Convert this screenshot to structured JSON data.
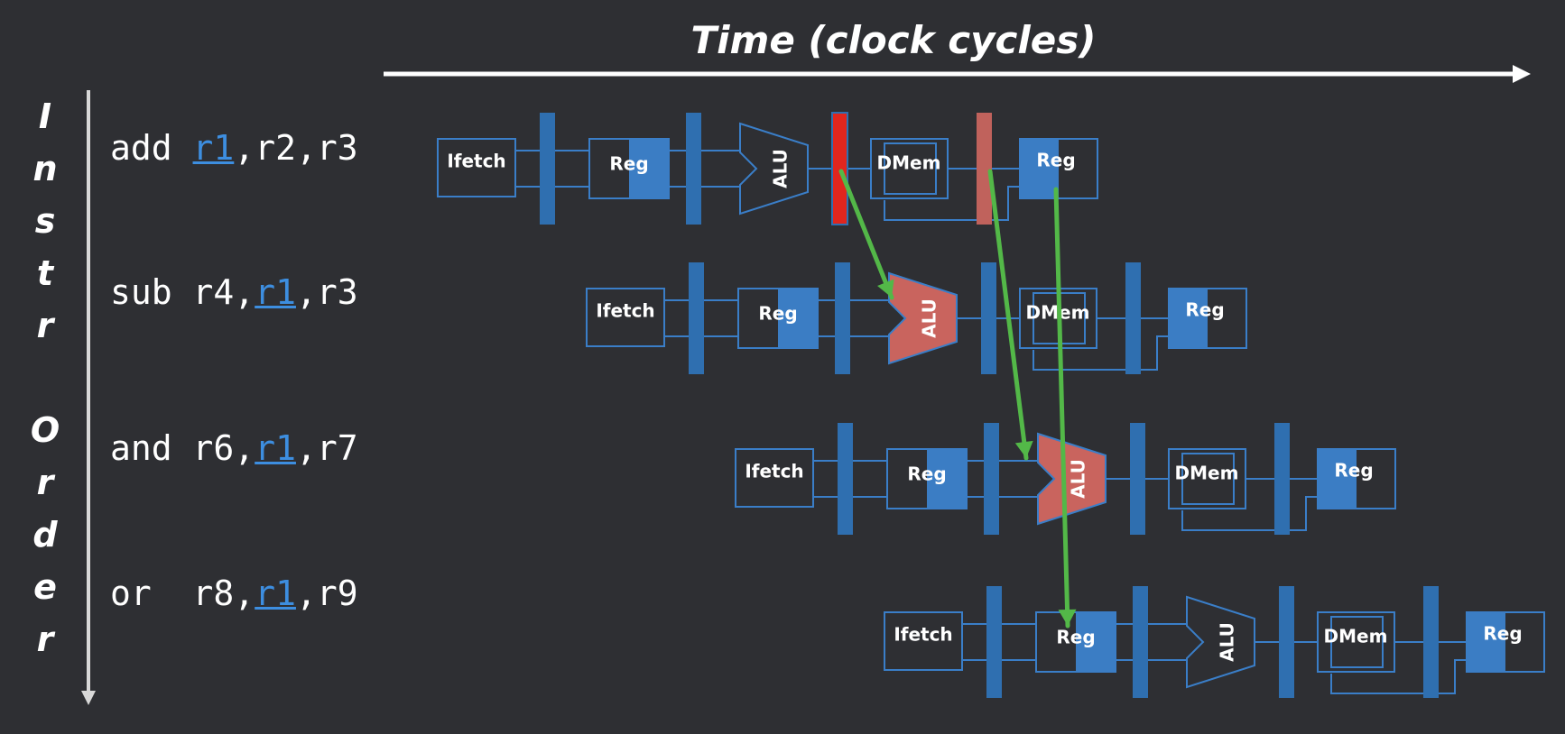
{
  "header": {
    "time_label": "Time (clock cycles)"
  },
  "axis": {
    "order_letters": [
      "I",
      "n",
      "s",
      "t",
      "r",
      "",
      "O",
      "r",
      "d",
      "e",
      "r"
    ]
  },
  "instructions": [
    {
      "op": "add",
      "sep1": " ",
      "rd": "r1",
      "c1": ",",
      "rs": "r2",
      "c2": ",",
      "rt": "r3",
      "dep_field": "rd"
    },
    {
      "op": "sub",
      "sep1": " ",
      "rd": "r4",
      "c1": ",",
      "rs": "r1",
      "c2": ",",
      "rt": "r3",
      "dep_field": "rs"
    },
    {
      "op": "and",
      "sep1": " ",
      "rd": "r6",
      "c1": ",",
      "rs": "r1",
      "c2": ",",
      "rt": "r7",
      "dep_field": "rs"
    },
    {
      "op": "or",
      "sep1": "  ",
      "rd": "r8",
      "c1": ",",
      "rs": "r1",
      "c2": ",",
      "rt": "r9",
      "dep_field": "rs"
    }
  ],
  "stages": {
    "ifetch": "Ifetch",
    "reg": "Reg",
    "alu": "ALU",
    "dmem": "DMem"
  },
  "colors": {
    "background": "#2e2f33",
    "block_stroke": "#3a7ec8",
    "block_fill": "#3b7dc4",
    "pipeline_reg": "#2f6fb0",
    "alu_hazard_fill": "#c9645e",
    "forward_src_add_ex": "#e0261e",
    "forward_src_add_mem": "#c0625c",
    "forward_arrow": "#53b848",
    "text": "#ffffff"
  },
  "pipeline_rows": [
    {
      "alu_highlight": false
    },
    {
      "alu_highlight": true
    },
    {
      "alu_highlight": true
    },
    {
      "alu_highlight": false
    }
  ]
}
